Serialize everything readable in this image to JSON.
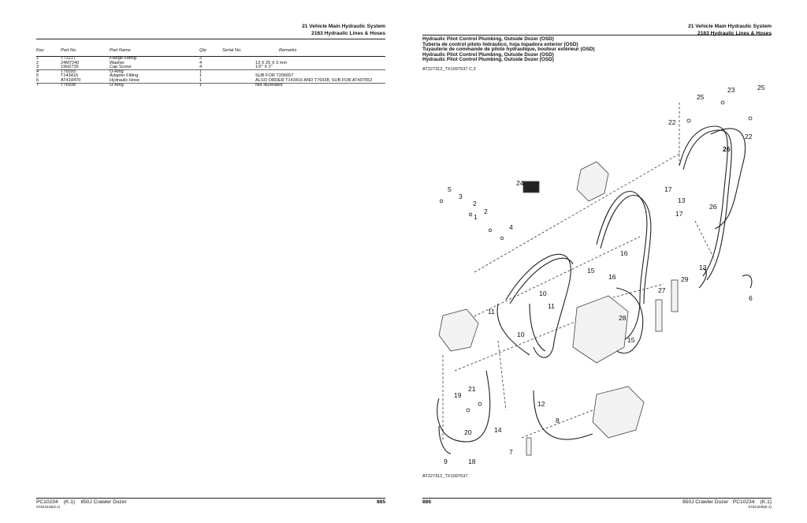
{
  "header": {
    "line1": "21 Vehicle Main Hydraulic System",
    "line2": "2163 Hydraulic Lines & Hoses"
  },
  "parts_table": {
    "columns": [
      "Key",
      "Part No.",
      "Part Name",
      "Qty.",
      "Serial No.",
      "Remarks"
    ],
    "groups": [
      [
        {
          "key": "1",
          "part": "T72217",
          "name": "Flange Fitting",
          "qty": "2",
          "serial": "",
          "remarks": ""
        },
        {
          "key": "2",
          "part": "24M7240",
          "name": "Washer",
          "qty": "4",
          "serial": "",
          "remarks": "13 X 25 X 3 mm"
        },
        {
          "key": "3",
          "part": "19H2735",
          "name": "Cap Screw",
          "qty": "4",
          "serial": "",
          "remarks": "1/2\" X 2\""
        }
      ],
      [
        {
          "key": "4",
          "part": "T76593",
          "name": "O-Ring",
          "qty": "1",
          "serial": "",
          "remarks": ""
        },
        {
          "key": "5",
          "part": "T143416",
          "name": "Adapter Fitting",
          "qty": "1",
          "serial": "",
          "remarks": "SUB FOR T206657"
        },
        {
          "key": "6",
          "part": "AT418470",
          "name": "Hydraulic Hose",
          "qty": "1",
          "serial": "",
          "remarks": "ALSO ORDER T143416 AND T76938, SUB FOR AT407652"
        }
      ],
      [
        {
          "key": "7",
          "part": "T76938",
          "name": "O-Ring",
          "qty": "1",
          "serial": "",
          "remarks": "Not Illustrated"
        }
      ]
    ]
  },
  "footer_left": {
    "doc": "PC10234",
    "rev": "(K.1)",
    "model": "850J Crawler Dozer",
    "page": "885",
    "code": "ST643418(D.1)"
  },
  "footer_right": {
    "page": "886",
    "model": "850J Crawler Dozer",
    "doc": "PC10234",
    "rev": "(K.1)",
    "code": "ST641849(E.2)"
  },
  "figure": {
    "titles": [
      "Hydraulic Pilot Control Plumbing, Outside Dozer (OSD)",
      "Tubería de control piloto hidráulico, hoja topadora exterior (OSD)",
      "Tuyauterie de commande de pilote hydraulique, bouteur extérieur (OSD)",
      "Hydraulic Pilot Control Plumbing, Outside Dozer (OSD)",
      "Hydraulic Pilot Control Plumbing, Outside Dozer (OSD)"
    ],
    "id_top": "AT227312_TX1097537 C.2",
    "id_bottom": "AT227312_TX1097537",
    "callouts": [
      "23",
      "25",
      "25",
      "22",
      "22",
      "26",
      "17",
      "13",
      "17",
      "26",
      "24",
      "5",
      "3",
      "2",
      "1",
      "2",
      "4",
      "16",
      "15",
      "16",
      "13",
      "6",
      "29",
      "27",
      "28",
      "15",
      "10",
      "11",
      "11",
      "10",
      "21",
      "19",
      "20",
      "14",
      "9",
      "18",
      "12",
      "8",
      "7"
    ]
  }
}
